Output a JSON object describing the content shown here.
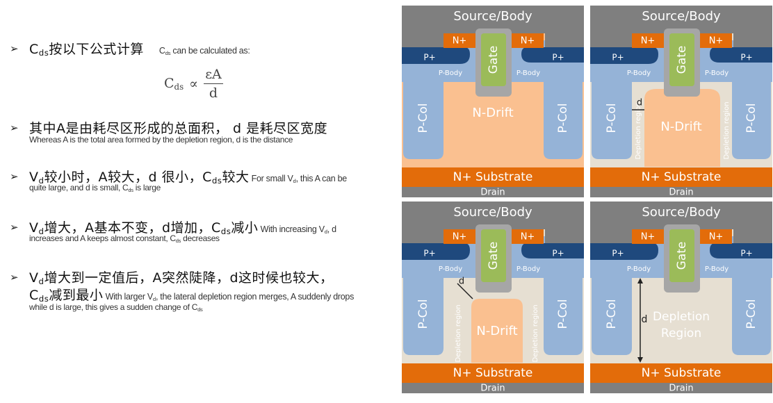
{
  "bullets": [
    {
      "zh": [
        {
          "t": "C"
        },
        {
          "t": "ds",
          "sub": true
        },
        {
          "t": "按以下公式计算"
        }
      ],
      "en_inline": [
        {
          "t": "C"
        },
        {
          "t": "ds",
          "sub": true
        },
        {
          "t": " can be calculated as:"
        }
      ]
    },
    {
      "zh": [
        {
          "t": "其中A是由耗尽区形成的总面积， d 是耗尽区宽度"
        }
      ],
      "en": [
        {
          "t": "Whereas A  is the total area formed by the depletion region, d is the distance"
        }
      ]
    },
    {
      "zh": [
        {
          "t": "V"
        },
        {
          "t": "d",
          "sub": true
        },
        {
          "t": "较小时，A较大，d 很小，C"
        },
        {
          "t": "ds",
          "sub": true
        },
        {
          "t": "较大"
        }
      ],
      "en_inline": [
        {
          "t": " For small V"
        },
        {
          "t": "d",
          "sub": true
        },
        {
          "t": ", this A can be"
        }
      ],
      "en": [
        {
          "t": "quite large, and d is small, C"
        },
        {
          "t": "ds",
          "sub": true
        },
        {
          "t": " is large"
        }
      ]
    },
    {
      "zh": [
        {
          "t": "V"
        },
        {
          "t": "d",
          "sub": true
        },
        {
          "t": "增大，A基本不变，d增加，C"
        },
        {
          "t": "ds",
          "sub": true
        },
        {
          "t": "减小"
        }
      ],
      "en_inline": [
        {
          "t": "  With increasing V"
        },
        {
          "t": "d",
          "sub": true
        },
        {
          "t": ", d"
        }
      ],
      "en": [
        {
          "t": "increases and A keeps almost constant, C"
        },
        {
          "t": "ds",
          "sub": true
        },
        {
          "t": " decreases"
        }
      ]
    },
    {
      "zh": [
        {
          "t": "V"
        },
        {
          "t": "d",
          "sub": true
        },
        {
          "t": "增大到一定值后，A突然陡降，d这时候也较大，"
        }
      ],
      "zh2": [
        {
          "t": "C"
        },
        {
          "t": "ds",
          "sub": true
        },
        {
          "t": "减到最小"
        }
      ],
      "en_inline": [
        {
          "t": " With larger V"
        },
        {
          "t": "d",
          "sub": true
        },
        {
          "t": ", the lateral depletion region merges, A suddenly drops"
        }
      ],
      "en": [
        {
          "t": "while d is large, this gives a sudden change of C"
        },
        {
          "t": "ds",
          "sub": true
        }
      ]
    }
  ],
  "formula": {
    "lhs": "C",
    "lhs_sub": "ds",
    "op": "∝",
    "num": "εA",
    "den": "d"
  },
  "diagram": {
    "source": "Source/Body",
    "nplus": "N+",
    "pplus": "P+",
    "gate": "Gate",
    "pbody": "P-Body",
    "pcol": "P-Col",
    "ndrift": "N-Drift",
    "substrate": "N+ Substrate",
    "drain": "Drain",
    "depletion": "Depletion region",
    "depletion_region": [
      "Depletion",
      "Region"
    ],
    "d": "d",
    "colors": {
      "metal": "#7f7f7f",
      "nplus": "#e36c0a",
      "pplus": "#1f497d",
      "pbody": "#95b3d7",
      "ndrift": "#fac090",
      "gate": "#9bbb59",
      "oxide": "#a6a6a6",
      "depl": "#e6dfd2"
    }
  },
  "panels": [
    {
      "stage": 0
    },
    {
      "stage": 1
    },
    {
      "stage": 2
    },
    {
      "stage": 3
    }
  ]
}
